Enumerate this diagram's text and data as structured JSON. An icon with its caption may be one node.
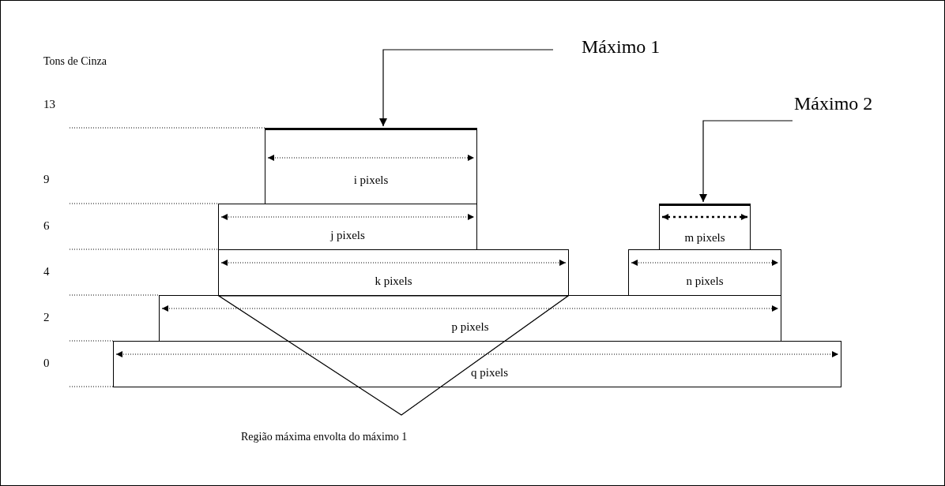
{
  "diagram": {
    "nodes": [
      {
        "text": [
          "Máximo 1"
        ]
      },
      {
        "text": [
          "Máximo 2"
        ]
      },
      {
        "text": [
          "i pixels"
        ]
      },
      {
        "text": [
          "j pixels"
        ]
      },
      {
        "text": [
          "m pixels"
        ]
      },
      {
        "text": [
          "k pixels"
        ]
      },
      {
        "text": [
          "n pixels"
        ]
      },
      {
        "text": [
          "p pixels"
        ]
      },
      {
        "text": [
          "q pixels"
        ]
      },
      {
        "text": [
          "Região máxima envolta do máximo 1"
        ]
      }
    ],
    "edges": [
      {
        "from": 0,
        "to": 2,
        "arrow": "to"
      },
      {
        "from": 1,
        "to": 4,
        "arrow": "to"
      }
    ],
    "labels": [
      "Tons de Cinza",
      "13",
      "9",
      "6",
      "4",
      "2",
      "0"
    ]
  }
}
